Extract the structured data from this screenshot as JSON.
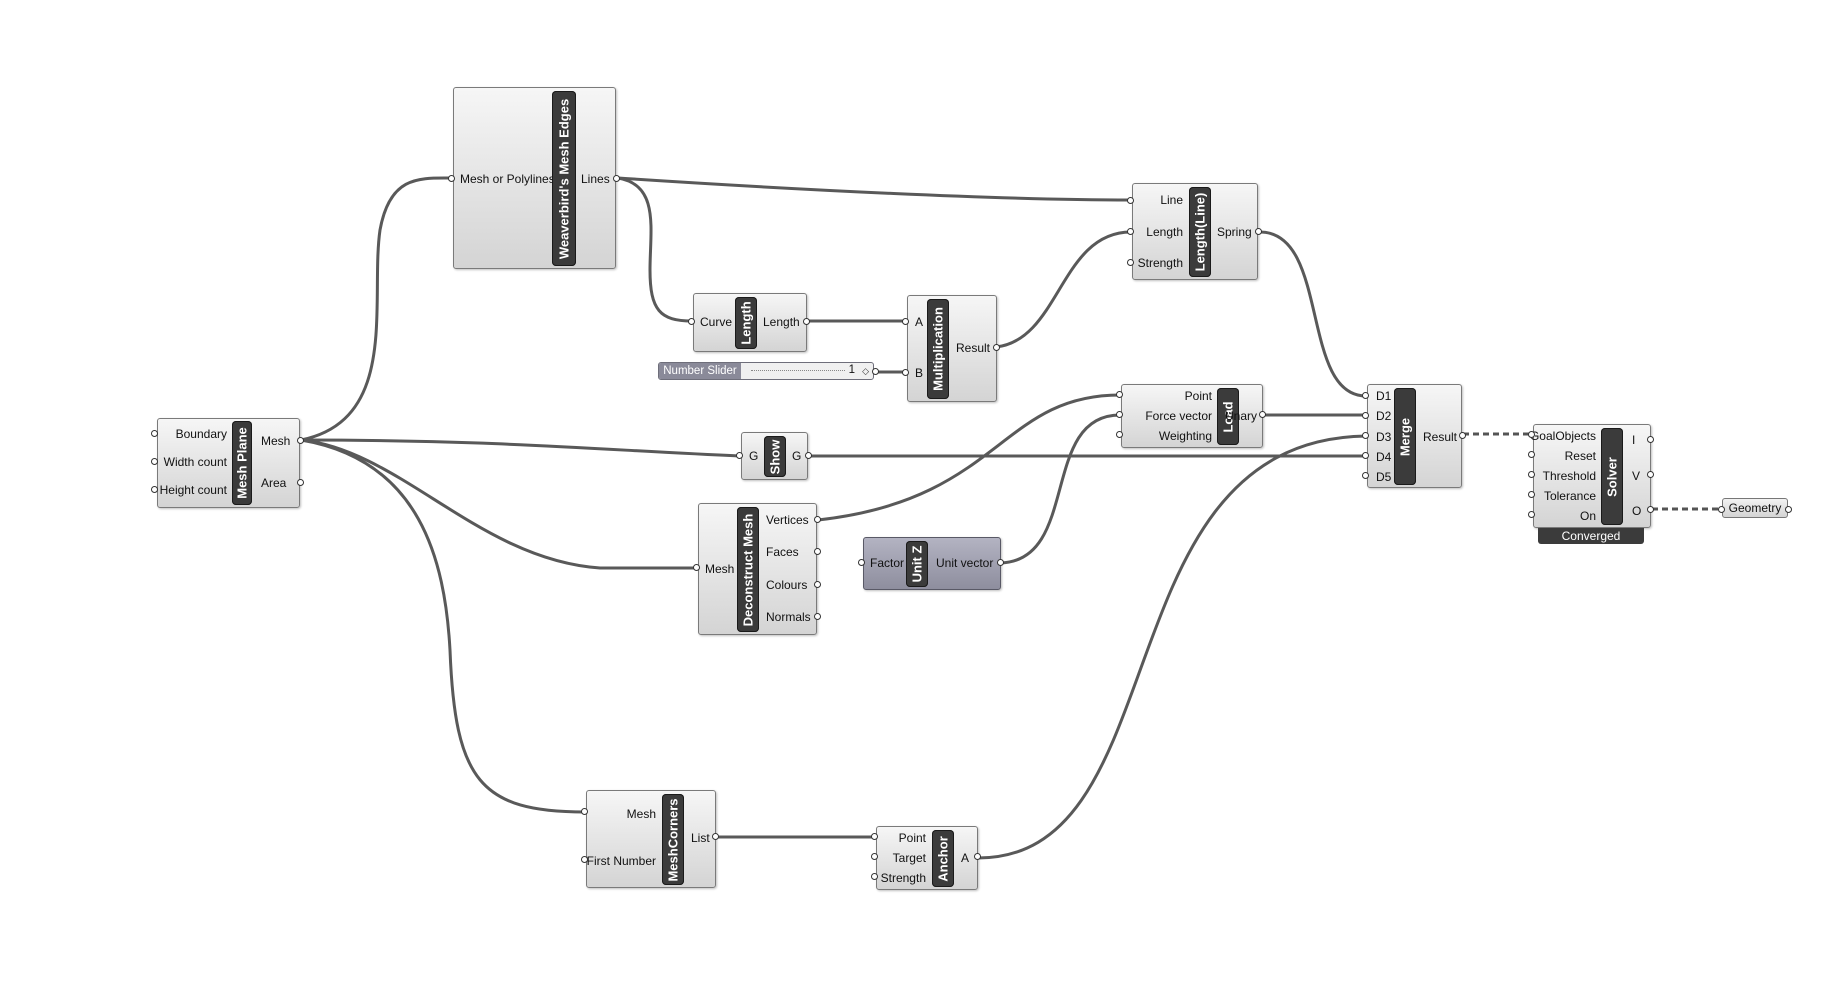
{
  "nodes": {
    "mesh_plane": {
      "title": "Mesh Plane",
      "inputs": [
        "Boundary",
        "Width count",
        "Height count"
      ],
      "outputs": [
        "Mesh",
        "Area"
      ]
    },
    "wb_edges": {
      "title": "Weaverbird's Mesh Edges",
      "inputs": [
        "Mesh or Polylines"
      ],
      "outputs": [
        "Lines"
      ]
    },
    "length": {
      "title": "Length",
      "inputs": [
        "Curve"
      ],
      "outputs": [
        "Length"
      ]
    },
    "multiplication": {
      "title": "Multiplication",
      "inputs": [
        "A",
        "B"
      ],
      "outputs": [
        "Result"
      ]
    },
    "length_line": {
      "title": "Length(Line)",
      "inputs": [
        "Line",
        "Length",
        "Strength"
      ],
      "outputs": [
        "Spring"
      ]
    },
    "show": {
      "title": "Show",
      "inputs": [
        "G"
      ],
      "outputs": [
        "G"
      ]
    },
    "deconstruct_mesh": {
      "title": "Deconstruct Mesh",
      "inputs": [
        "Mesh"
      ],
      "outputs": [
        "Vertices",
        "Faces",
        "Colours",
        "Normals"
      ]
    },
    "load": {
      "title": "Load",
      "inputs": [
        "Point",
        "Force vector",
        "Weighting"
      ],
      "outputs": [
        "Unary"
      ]
    },
    "unit_z": {
      "title": "Unit Z",
      "inputs": [
        "Factor"
      ],
      "outputs": [
        "Unit vector"
      ]
    },
    "merge": {
      "title": "Merge",
      "inputs": [
        "D1",
        "D2",
        "D3",
        "D4",
        "D5"
      ],
      "outputs": [
        "Result"
      ]
    },
    "solver": {
      "title": "Solver",
      "inputs": [
        "GoalObjects",
        "Reset",
        "Threshold",
        "Tolerance",
        "On"
      ],
      "outputs": [
        "I",
        "V",
        "O"
      ],
      "status": "Converged"
    },
    "mesh_corners": {
      "title": "MeshCorners",
      "inputs": [
        "Mesh",
        "First Number"
      ],
      "outputs": [
        "List"
      ]
    },
    "anchor": {
      "title": "Anchor",
      "inputs": [
        "Point",
        "Target",
        "Strength"
      ],
      "outputs": [
        "A"
      ]
    }
  },
  "slider": {
    "name": "Number Slider",
    "value": "1",
    "grip": "◇"
  },
  "geometry": {
    "label": "Geometry"
  },
  "colors": {
    "canvas": "#ffffff",
    "wire": "#595959",
    "title_bar": "#3b3b3b",
    "node_fill": "#e4e4e4"
  }
}
